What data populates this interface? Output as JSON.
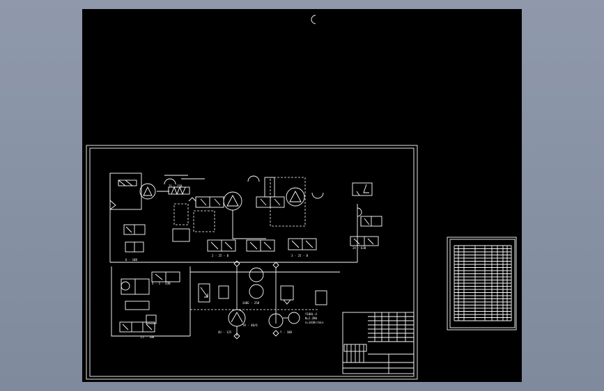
{
  "sheet_right": {
    "table_rows": 24,
    "table_cols": 9
  },
  "components": [
    {
      "id": "c1",
      "label": "6 - 10B"
    },
    {
      "id": "c2",
      "label": "2 - 25 - B"
    },
    {
      "id": "c3",
      "label": "3 - 25 - B"
    },
    {
      "id": "c4",
      "label": "24 - 63B"
    },
    {
      "id": "c5",
      "label": "IS - 25B"
    },
    {
      "id": "c6",
      "label": "L5 - 10B"
    },
    {
      "id": "c7",
      "label": "X - 1 - 63B"
    },
    {
      "id": "c8",
      "label": "24DE - 25B"
    },
    {
      "id": "c9",
      "label": "YB - 40/6"
    },
    {
      "id": "c10",
      "label": "XU - 125"
    },
    {
      "id": "c11",
      "label": "Y - 10B"
    }
  ],
  "notes": [
    "Y100L-4",
    "N=2.2KW",
    "n=1430r/min"
  ]
}
